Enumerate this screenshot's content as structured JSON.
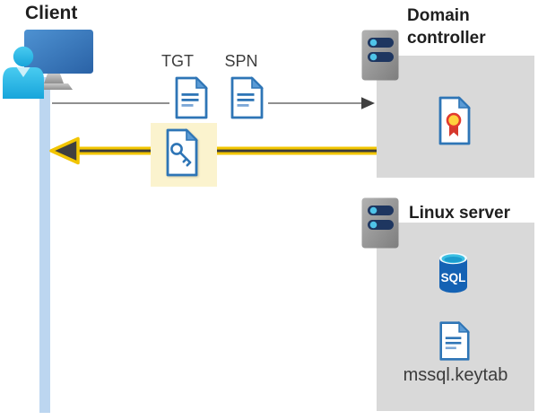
{
  "diagram": {
    "title_hint": "Client obtains Kerberos TGT and SPN service ticket from domain controller for SQL Server on Linux",
    "client": {
      "label": "Client"
    },
    "domain_controller": {
      "label": "Domain controller"
    },
    "linux_server": {
      "label": "Linux server"
    },
    "tickets": {
      "tgt": "TGT",
      "spn": "SPN"
    },
    "keytab_file": "mssql.keytab",
    "sql_badge": "SQL"
  },
  "icons": [
    "client-user-at-computer-icon",
    "server-icon",
    "document-icon",
    "key-document-icon",
    "certificate-icon",
    "sql-database-icon"
  ],
  "colors": {
    "highlight_arrow_yellow": "#F2C500",
    "highlight_box_yellow": "#FBF3CE",
    "node_box_gray": "#D9D9D9",
    "client_bar_blue": "#BCD6F0",
    "document_blue": "#2E75B6",
    "document_fold_blue": "#5B9BD5",
    "arrow_gray": "#595959",
    "arrowhead_dark": "#3F3F3F",
    "server_slot_navy": "#1E3660",
    "server_dot_cyan": "#4FC3E8",
    "person_cyan": "#2FBCE8",
    "sql_body_blue": "#1462B4",
    "sql_top_cyan": "#3ABFE3",
    "seal_yellow": "#FFD23E",
    "seal_red": "#D6382C"
  }
}
